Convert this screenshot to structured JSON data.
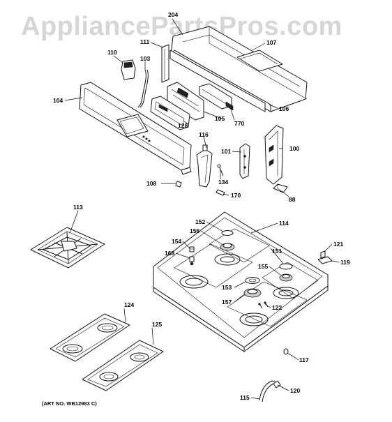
{
  "watermark": "AppliancePartsPros.com",
  "art_number": "(ART NO. WB12983 C)",
  "part_labels": {
    "p204": "204",
    "p111": "111",
    "p107": "107",
    "p110": "110",
    "p103": "103",
    "p104": "104",
    "p106": "106",
    "p105": "105",
    "p770": "770",
    "p128": "128",
    "p116": "116",
    "p101": "101",
    "p100": "100",
    "p134": "134",
    "p108": "108",
    "p170": "170",
    "p88": "88",
    "p113": "113",
    "p114": "114",
    "p152": "152",
    "p156": "156",
    "p154": "154",
    "p168": "168",
    "p151": "151",
    "p121": "121",
    "p119": "119",
    "p155": "155",
    "p153": "153",
    "p157": "157",
    "p122": "122",
    "p124": "124",
    "p125": "125",
    "p117": "117",
    "p120": "120",
    "p115": "115"
  }
}
